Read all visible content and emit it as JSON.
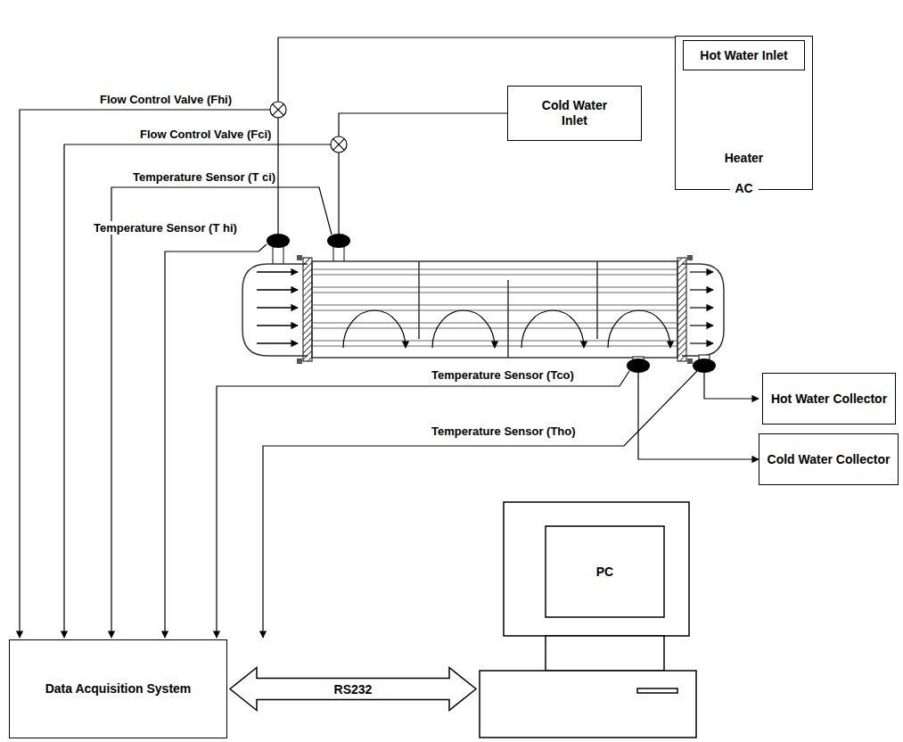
{
  "diagram": {
    "nodes": [
      {
        "text": [
          "Heater",
          "AC"
        ]
      },
      {
        "text": [
          "Hot Water Inlet"
        ],
        "in": 0
      },
      {
        "text": [
          "Cold Water Inlet"
        ]
      },
      {
        "text": [
          "Hot Water Collector"
        ]
      },
      {
        "text": [
          "Cold Water Collector"
        ]
      },
      {
        "text": [
          "PC"
        ]
      },
      {
        "text": [
          "Data Acquisition System"
        ]
      }
    ],
    "edges": [
      {
        "from": 6,
        "to": 5,
        "label": "RS232",
        "arrow": "both"
      }
    ],
    "labels": [
      "Flow Control Valve (Fhi)",
      "Flow Control Valve (Fci)",
      "Temperature Sensor (T ci)",
      "Temperature Sensor (T hi)",
      "Temperature Sensor (Tco)",
      "Temperature Sensor (Tho)"
    ]
  }
}
